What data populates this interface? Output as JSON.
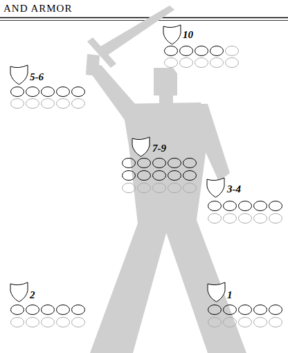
{
  "diagram": {
    "title": "AND ARMOR",
    "labels": [
      "5-6",
      "10",
      "7-9",
      "3-4",
      "2",
      "1"
    ]
  }
}
